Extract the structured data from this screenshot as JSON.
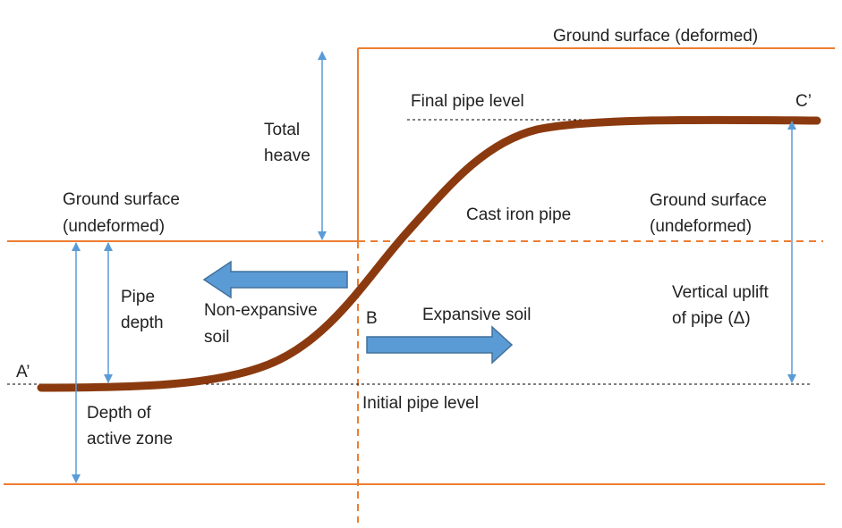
{
  "colors": {
    "ground_line": "#ED7D31",
    "pipe": "#8B3A0F",
    "dimension_arrow": "#5B9BD5",
    "block_arrow_fill": "#5B9BD5",
    "block_arrow_stroke": "#41719C",
    "reference_line": "#000000"
  },
  "labels": {
    "ground_deformed": "Ground surface (deformed)",
    "final_pipe_level": "Final pipe level",
    "point_c": "C’",
    "total_heave_line1": "Total",
    "total_heave_line2": "heave",
    "ground_undeformed_left_line1": "Ground surface",
    "ground_undeformed_left_line2": "(undeformed)",
    "cast_iron_pipe": "Cast iron pipe",
    "ground_undeformed_right_line1": "Ground surface",
    "ground_undeformed_right_line2": "(undeformed)",
    "pipe_depth_line1": "Pipe",
    "pipe_depth_line2": "depth",
    "non_expansive_line1": "Non-expansive",
    "non_expansive_line2": "soil",
    "point_b": "B",
    "expansive_soil": "Expansive soil",
    "vertical_uplift_line1": "Vertical uplift",
    "vertical_uplift_line2": "of pipe (Δ)",
    "point_a": "A’",
    "initial_pipe_level": "Initial pipe level",
    "depth_active_line1": "Depth of",
    "depth_active_line2": "active zone"
  }
}
